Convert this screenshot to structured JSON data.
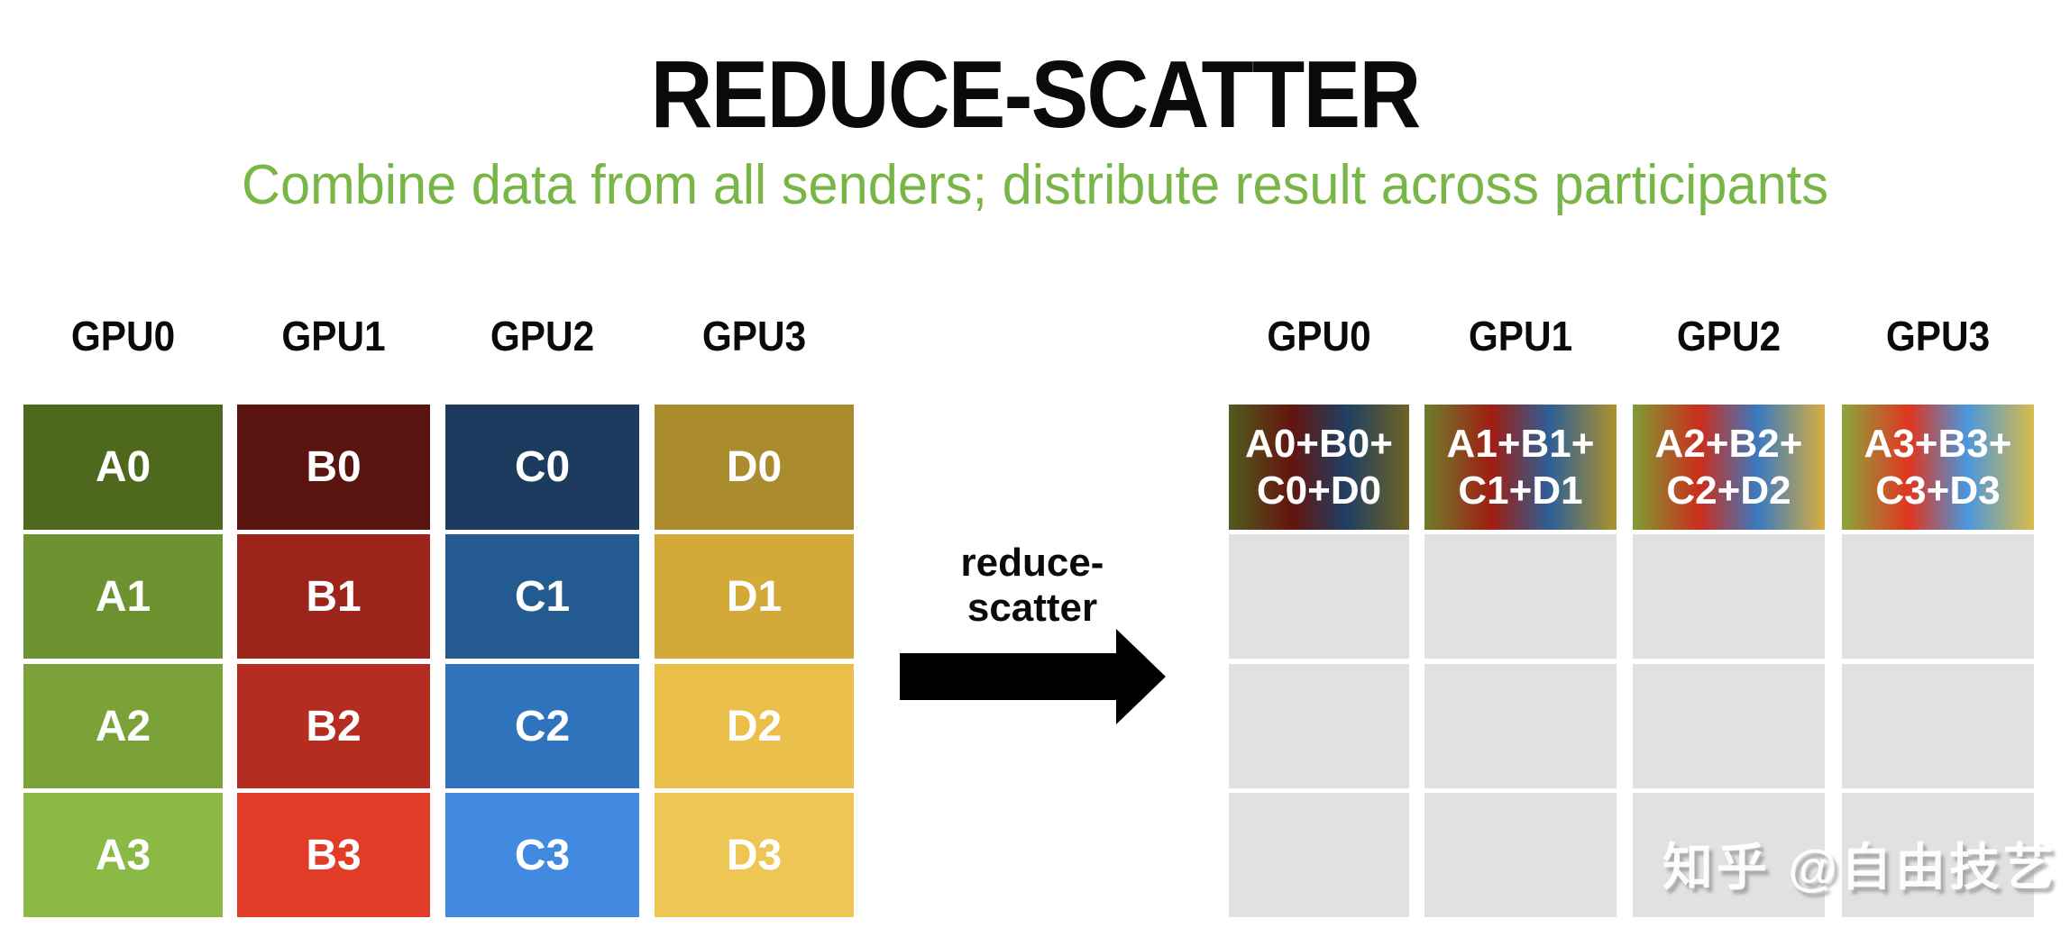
{
  "title": "REDUCE-SCATTER",
  "subtitle": "Combine data from all senders; distribute result across participants",
  "colors": {
    "title": "#0a0a0a",
    "subtitle_green": "#79b648",
    "empty_cell_gray": "#e1e1e1",
    "arrow_black": "#000000",
    "cell_text": "#ffffff"
  },
  "arrow": {
    "label_line1": "reduce-",
    "label_line2": "scatter"
  },
  "watermark": "知乎 @自由技艺",
  "left_block": {
    "headers": [
      "GPU0",
      "GPU1",
      "GPU2",
      "GPU3"
    ],
    "columns": [
      {
        "gpu": "GPU0",
        "cells": [
          {
            "label": "A0",
            "color": "#4e691d"
          },
          {
            "label": "A1",
            "color": "#6d9330"
          },
          {
            "label": "A2",
            "color": "#7aa238"
          },
          {
            "label": "A3",
            "color": "#8aba45"
          }
        ]
      },
      {
        "gpu": "GPU1",
        "cells": [
          {
            "label": "B0",
            "color": "#591410"
          },
          {
            "label": "B1",
            "color": "#9c241a"
          },
          {
            "label": "B2",
            "color": "#b52d20"
          },
          {
            "label": "B3",
            "color": "#e23b28"
          }
        ]
      },
      {
        "gpu": "GPU2",
        "cells": [
          {
            "label": "C0",
            "color": "#1d3a5f"
          },
          {
            "label": "C1",
            "color": "#235a8f"
          },
          {
            "label": "C2",
            "color": "#2f73bd"
          },
          {
            "label": "C3",
            "color": "#418ae0"
          }
        ]
      },
      {
        "gpu": "GPU3",
        "cells": [
          {
            "label": "D0",
            "color": "#aa8b2d"
          },
          {
            "label": "D1",
            "color": "#d3a93a"
          },
          {
            "label": "D2",
            "color": "#eac04b"
          },
          {
            "label": "D3",
            "color": "#eec654"
          }
        ]
      }
    ]
  },
  "right_block": {
    "headers": [
      "GPU0",
      "GPU1",
      "GPU2",
      "GPU3"
    ],
    "columns": [
      {
        "gpu": "GPU0",
        "result": {
          "line1": "A0+B0+",
          "line2": "C0+D0",
          "gradient": [
            "#515c1e",
            "#64140e",
            "#1f3f63",
            "#6f6322"
          ]
        },
        "empty_rows": 3
      },
      {
        "gpu": "GPU1",
        "result": {
          "line1": "A1+B1+",
          "line2": "C1+D1",
          "gradient": [
            "#6d7e2b",
            "#a01d12",
            "#2e5f97",
            "#ad922d"
          ]
        },
        "empty_rows": 3
      },
      {
        "gpu": "GPU2",
        "result": {
          "line1": "A2+B2+",
          "line2": "C2+D2",
          "gradient": [
            "#7f9c34",
            "#cc2d1d",
            "#3a7ac0",
            "#d9ae3e"
          ]
        },
        "empty_rows": 3
      },
      {
        "gpu": "GPU3",
        "result": {
          "line1": "A3+B3+",
          "line2": "C3+D3",
          "gradient": [
            "#8ba73c",
            "#e0351f",
            "#4a96dc",
            "#d8bc4a"
          ]
        },
        "empty_rows": 3
      }
    ]
  }
}
